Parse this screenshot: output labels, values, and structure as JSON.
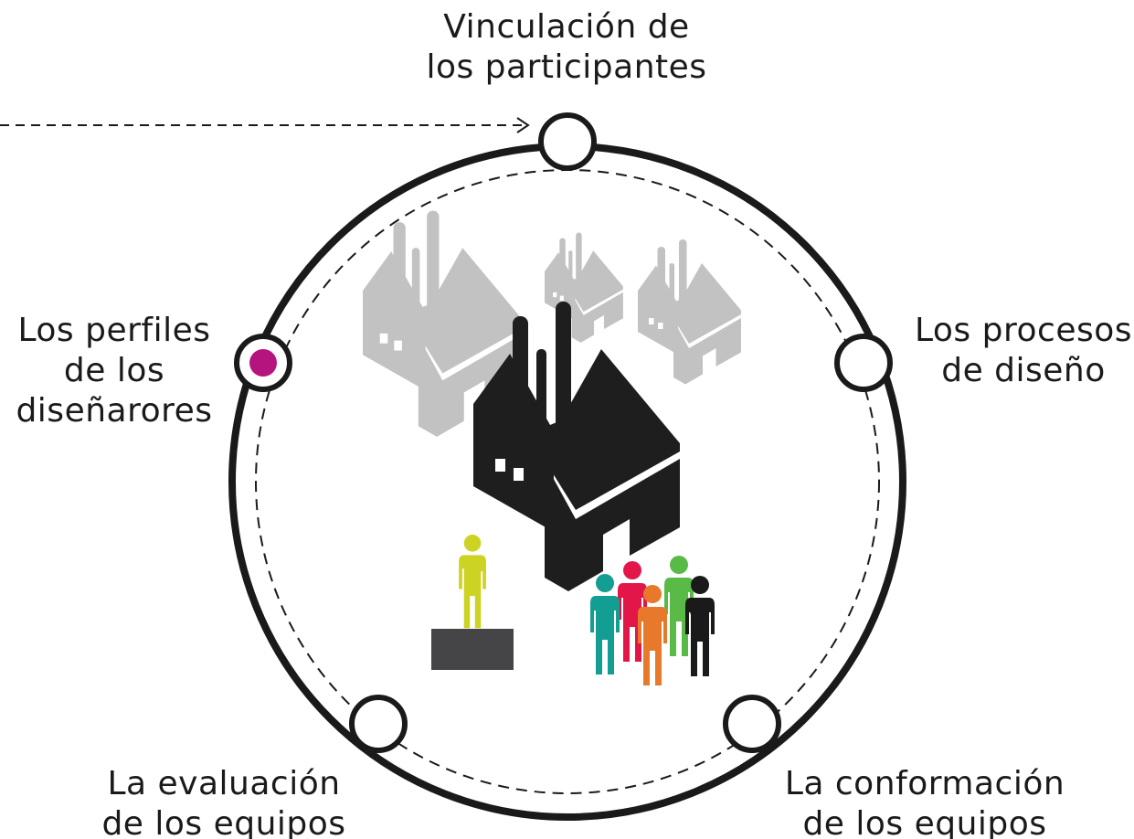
{
  "colors": {
    "ring": "#1a1a1a",
    "node_fill": "#ffffff",
    "active_node": "#b5147e",
    "factory_dark": "#1e1e1e",
    "factory_light": "#c2c2c2",
    "pedestal": "#454547",
    "person_yellow": "#cdd322",
    "person_teal": "#139e94",
    "person_red": "#e3164a",
    "person_orange": "#e8792b",
    "person_green": "#5aba47",
    "person_black": "#1a1a1a"
  },
  "stages": [
    {
      "id": "top",
      "lines": [
        "Vinculación de",
        "los participantes"
      ],
      "active": false
    },
    {
      "id": "right",
      "lines": [
        "Los procesos",
        "de diseño"
      ],
      "active": false
    },
    {
      "id": "bottom-right",
      "lines": [
        "La conformación",
        "de los equipos"
      ],
      "active": false
    },
    {
      "id": "bottom-left",
      "lines": [
        "La evaluación",
        "de los equipos"
      ],
      "active": false
    },
    {
      "id": "left",
      "lines": [
        "Los perfiles",
        "de los",
        "diseñarores"
      ],
      "active": true
    }
  ],
  "icons": {
    "center": "factory-icon",
    "background": [
      "factory-icon",
      "factory-icon",
      "factory-icon"
    ],
    "thinker": "thinking-person-icon",
    "group": "people-group-icon",
    "entry": "dashed-arrow-icon"
  }
}
